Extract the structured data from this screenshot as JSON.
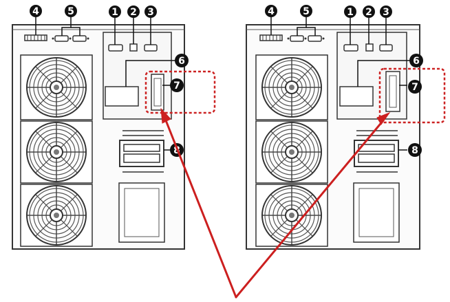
{
  "badges": {
    "n1": "1",
    "n2": "2",
    "n3": "3",
    "n4": "4",
    "n5": "5",
    "n6": "6",
    "n7": "7",
    "n8": "8"
  },
  "colors": {
    "outline": "#333333",
    "panel": "#f7f7f7",
    "fan": "#444444",
    "badge": "#111111",
    "highlight": "#cc2222",
    "arrow": "#cc1f1f"
  }
}
